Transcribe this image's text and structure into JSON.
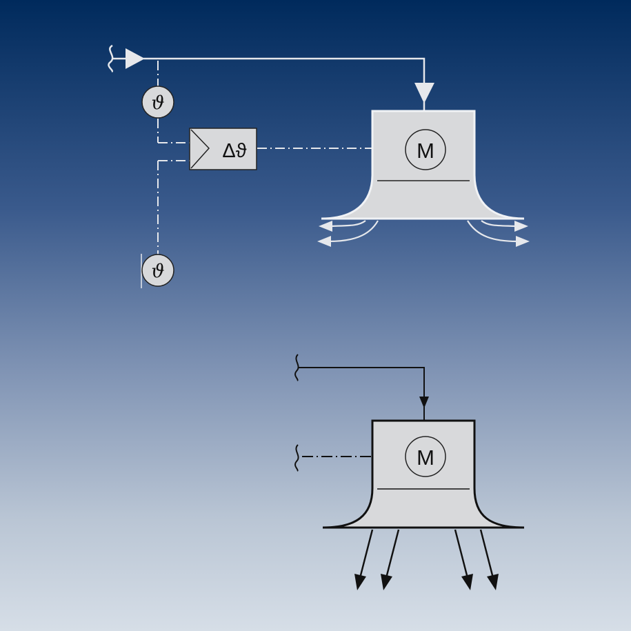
{
  "colors": {
    "background_top": "#002a5c",
    "background_bottom": "#d6dee7",
    "unit_fill": "#d8d9db",
    "upper_lines": "#e6e8ec",
    "lower_lines": "#111111"
  },
  "top_diagram": {
    "sensor_upper_symbol": "ϑ",
    "sensor_lower_symbol": "ϑ",
    "controller_label": "Δϑ",
    "motor_label": "M"
  },
  "bottom_diagram": {
    "motor_label": "M"
  },
  "icons": [
    "break-mark-icon",
    "arrow-icon",
    "motor-icon",
    "sensor-icon",
    "comparator-icon"
  ]
}
